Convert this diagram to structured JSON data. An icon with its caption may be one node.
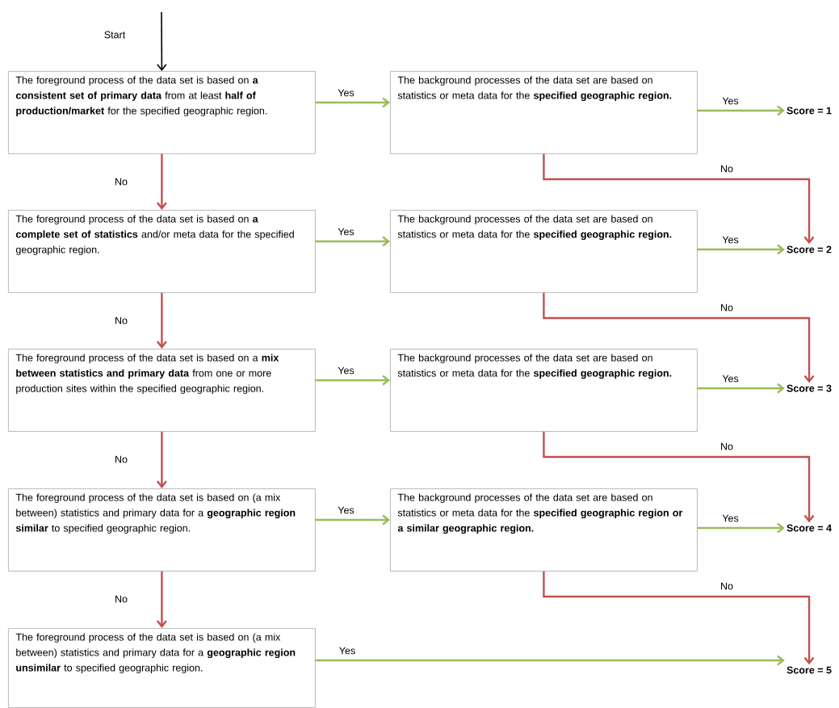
{
  "diagram": {
    "nodes": [
      {
        "text": [
          "The foreground process of the data set is based on **a consistent set of primary data** from at least **half of production/market** for the specified geographic region."
        ]
      },
      {
        "text": [
          "The background processes of the data set are based on statistics or meta data for the **specified geographic region.**"
        ]
      },
      {
        "text": [
          "Score = 1"
        ]
      },
      {
        "text": [
          "The foreground process of the data set is based on **a complete set of statistics** and/or meta data for the specified geographic region."
        ]
      },
      {
        "text": [
          "The background processes of the data set are based on statistics or meta data for the **specified geographic region.**"
        ]
      },
      {
        "text": [
          "Score = 2"
        ]
      },
      {
        "text": [
          "The foreground process of the data set is based on a **mix between statistics and primary data** from one or more production sites within the specified geographic region."
        ]
      },
      {
        "text": [
          "The background processes of the data set are based on statistics or meta data for the **specified geographic region.**"
        ]
      },
      {
        "text": [
          "Score = 3"
        ]
      },
      {
        "text": [
          "The foreground process of the data set is based on (a mix between) statistics and primary data for a **geographic region similar** to specified geographic region."
        ]
      },
      {
        "text": [
          "The background processes of the data set are based on statistics or meta data for the **specified geographic region or a similar geographic region.**"
        ]
      },
      {
        "text": [
          "Score = 4"
        ]
      },
      {
        "text": [
          "The foreground process of the data set is based on (a mix between) statistics and primary data for a **geographic region unsimilar** to specified geographic region."
        ]
      },
      {
        "text": [
          "Score = 5"
        ]
      }
    ],
    "edges": [
      {
        "from": null,
        "to": 0,
        "arrow": "to",
        "label": "Start",
        "color": "#000000"
      },
      {
        "from": 0,
        "to": 1,
        "arrow": "to",
        "label": "Yes"
      },
      {
        "from": 1,
        "to": 2,
        "arrow": "to",
        "label": "Yes"
      },
      {
        "from": 1,
        "to": 5,
        "arrow": "to",
        "label": "No",
        "color": "#c0504d"
      },
      {
        "from": 0,
        "to": 3,
        "arrow": "to",
        "label": "No",
        "color": "#c0504d"
      },
      {
        "from": 3,
        "to": 4,
        "arrow": "to",
        "label": "Yes"
      },
      {
        "from": 4,
        "to": 5,
        "arrow": "to",
        "label": "Yes"
      },
      {
        "from": 4,
        "to": 8,
        "arrow": "to",
        "label": "No",
        "color": "#c0504d"
      },
      {
        "from": 3,
        "to": 6,
        "arrow": "to",
        "label": "No",
        "color": "#c0504d"
      },
      {
        "from": 6,
        "to": 7,
        "arrow": "to",
        "label": "Yes"
      },
      {
        "from": 7,
        "to": 8,
        "arrow": "to",
        "label": "Yes"
      },
      {
        "from": 7,
        "to": 11,
        "arrow": "to",
        "label": "No",
        "color": "#c0504d"
      },
      {
        "from": 6,
        "to": 9,
        "arrow": "to",
        "label": "No",
        "color": "#c0504d"
      },
      {
        "from": 9,
        "to": 10,
        "arrow": "to",
        "label": "Yes"
      },
      {
        "from": 10,
        "to": 11,
        "arrow": "to",
        "label": "Yes"
      },
      {
        "from": 10,
        "to": 13,
        "arrow": "to",
        "label": "No",
        "color": "#c0504d"
      },
      {
        "from": 9,
        "to": 12,
        "arrow": "to",
        "label": "No",
        "color": "#c0504d"
      },
      {
        "from": 12,
        "to": 13,
        "arrow": "to",
        "label": "Yes"
      }
    ]
  }
}
